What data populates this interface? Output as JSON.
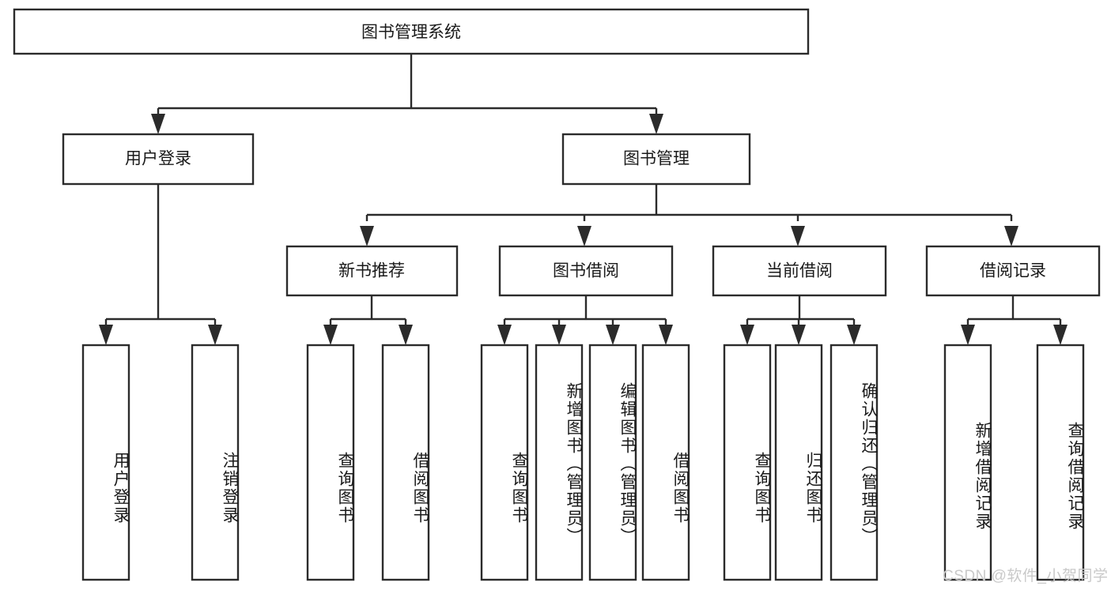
{
  "diagram": {
    "type": "tree-hierarchy",
    "title": "图书管理系统",
    "watermark": "CSDN @软件_小贺同学",
    "colors": {
      "stroke": "#2b2b2b",
      "fill": "#ffffff",
      "text": "#1a1a1a",
      "watermark": "#c9c9c9",
      "background": "#ffffff"
    },
    "nodes": {
      "root": {
        "label": "图书管理系统"
      },
      "level2": [
        {
          "label": "用户登录"
        },
        {
          "label": "图书管理"
        }
      ],
      "level3": [
        {
          "label": "新书推荐"
        },
        {
          "label": "图书借阅"
        },
        {
          "label": "当前借阅"
        },
        {
          "label": "借阅记录"
        }
      ],
      "leaves": {
        "user_login": [
          {
            "label": "用户登录"
          },
          {
            "label": "注销登录"
          }
        ],
        "new_book_recommend": [
          {
            "label": "查询图书"
          },
          {
            "label": "借阅图书"
          }
        ],
        "book_borrow": [
          {
            "label": "查询图书"
          },
          {
            "label": "新增图书（管理员）"
          },
          {
            "label": "编辑图书（管理员）"
          },
          {
            "label": "借阅图书"
          }
        ],
        "current_borrow": [
          {
            "label": "查询图书"
          },
          {
            "label": "归还图书"
          },
          {
            "label": "确认归还（管理员）"
          }
        ],
        "borrow_record": [
          {
            "label": "新增借阅记录"
          },
          {
            "label": "查询借阅记录"
          }
        ]
      }
    }
  }
}
